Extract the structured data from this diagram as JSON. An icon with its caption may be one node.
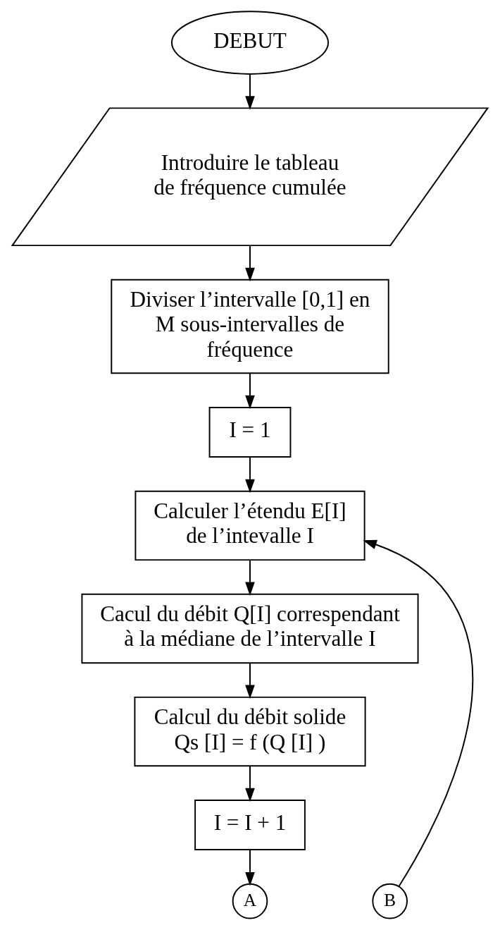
{
  "diagram": {
    "nodes": [
      {
        "text": [
          "DEBUT"
        ]
      },
      {
        "text": [
          "Introduire le tableau de fréquence cumulée"
        ]
      },
      {
        "text": [
          "Diviser l’intervalle [0,1] en M sous-intervalles de fréquence"
        ]
      },
      {
        "text": [
          "I = 1"
        ]
      },
      {
        "text": [
          "Calculer l’étendu E[I] de l’intevalle I"
        ]
      },
      {
        "text": [
          "Cacul du débit Q[I] correspendant à la médiane de l’intervalle I"
        ]
      },
      {
        "text": [
          "Calcul du débit solide",
          "Qs [I] = f (Q [I] )"
        ]
      },
      {
        "text": [
          "I = I + 1"
        ]
      },
      {
        "text": [
          "B"
        ]
      },
      {
        "text": [
          "A"
        ]
      }
    ],
    "edges": [
      {
        "from": 0,
        "to": 1,
        "arrow": "to"
      },
      {
        "from": 1,
        "to": 2,
        "arrow": "to"
      },
      {
        "from": 2,
        "to": 3,
        "arrow": "to"
      },
      {
        "from": 3,
        "to": 4,
        "arrow": "to"
      },
      {
        "from": 4,
        "to": 5,
        "arrow": "to"
      },
      {
        "from": 5,
        "to": 6,
        "arrow": "to"
      },
      {
        "from": 6,
        "to": 7,
        "arrow": "to"
      },
      {
        "from": 7,
        "to": 9,
        "arrow": "to"
      },
      {
        "from": 8,
        "to": 4,
        "arrow": "to"
      }
    ]
  }
}
